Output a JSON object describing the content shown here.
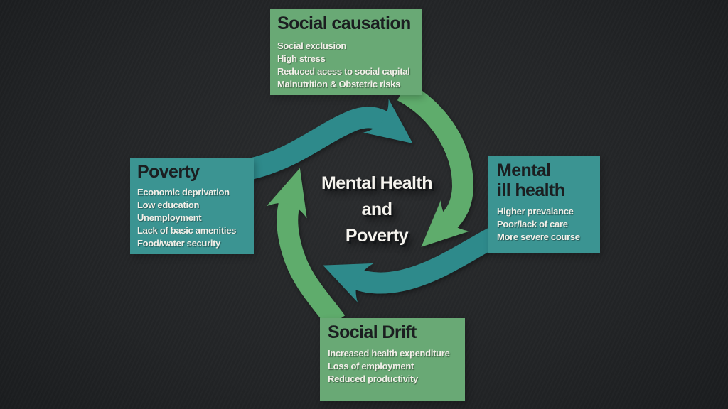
{
  "colors": {
    "green_box": "#69a975",
    "teal_box": "#3b9492",
    "green_arrow": "#5fac6c",
    "teal_arrow": "#2e8a8b",
    "title_text": "#1b1e20",
    "body_text": "#f2f0e9",
    "center_text": "#f6f4ee",
    "bg_center": "#2b2d2f",
    "bg_mid": "#232527",
    "bg_edge": "#191b1d"
  },
  "center": {
    "line1": "Mental Health",
    "line2": "and",
    "line3": "Poverty"
  },
  "boxes": {
    "social_causation": {
      "title": "Social causation",
      "items": [
        "Social exclusion",
        "High stress",
        "Reduced acess to social capital",
        "Malnutrition & Obstetric risks"
      ]
    },
    "poverty": {
      "title": "Poverty",
      "items": [
        "Economic deprivation",
        "Low education",
        "Unemployment",
        "Lack of basic amenities",
        "Food/water security"
      ]
    },
    "mental_ill_health": {
      "title_line1": "Mental",
      "title_line2": "ill health",
      "items": [
        "Higher prevalance",
        "Poor/lack of care",
        "More severe course"
      ]
    },
    "social_drift": {
      "title": "Social Drift",
      "items": [
        "Increased health expenditure",
        "Loss of employment",
        "Reduced productivity"
      ]
    }
  },
  "cycle": {
    "rotation": "clockwise",
    "segments": [
      {
        "position": "top",
        "color": "teal",
        "from": "poverty"
      },
      {
        "position": "right",
        "color": "green",
        "from": "social_causation"
      },
      {
        "position": "bottom",
        "color": "teal",
        "from": "mental_ill_health"
      },
      {
        "position": "left",
        "color": "green",
        "from": "social_drift"
      }
    ]
  }
}
